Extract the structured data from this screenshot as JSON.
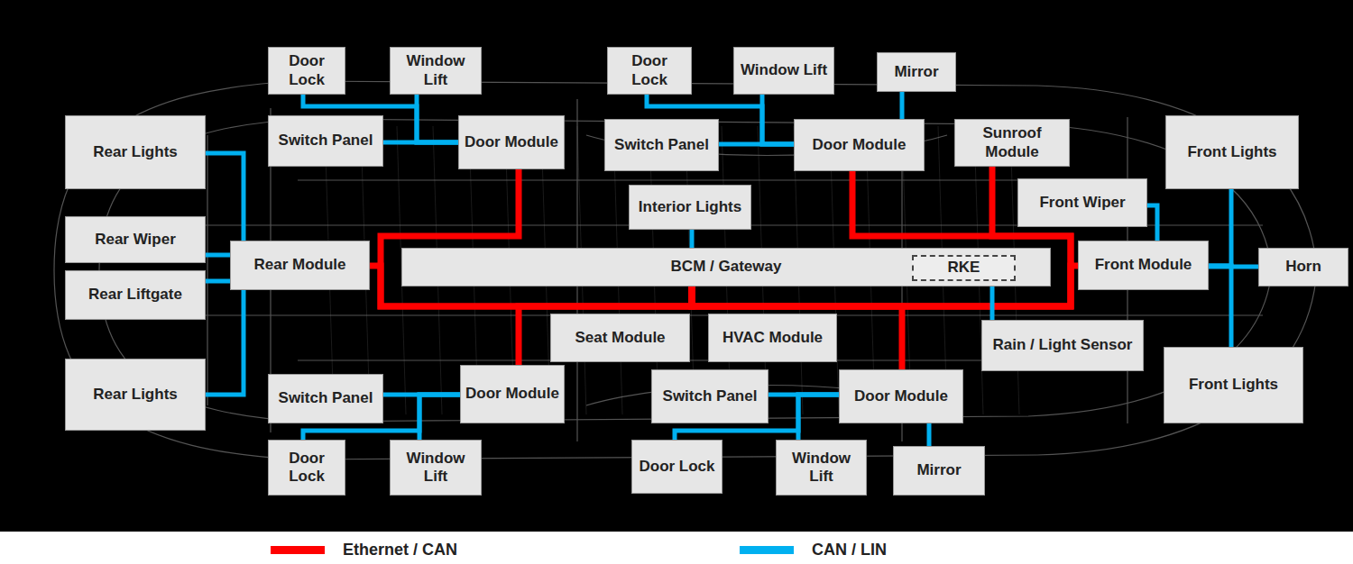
{
  "diagram": {
    "nodes": [
      {
        "text": [
          "Door Lock"
        ]
      },
      {
        "text": [
          "Window Lift"
        ]
      },
      {
        "text": [
          "Door Lock"
        ]
      },
      {
        "text": [
          "Window Lift"
        ]
      },
      {
        "text": [
          "Mirror"
        ]
      },
      {
        "text": [
          "Rear Lights"
        ]
      },
      {
        "text": [
          "Switch Panel"
        ]
      },
      {
        "text": [
          "Door Module"
        ]
      },
      {
        "text": [
          "Switch Panel"
        ]
      },
      {
        "text": [
          "Door Module"
        ]
      },
      {
        "text": [
          "Sunroof Module"
        ]
      },
      {
        "text": [
          "Front Lights"
        ]
      },
      {
        "text": [
          "Interior Lights"
        ]
      },
      {
        "text": [
          "Front Wiper"
        ]
      },
      {
        "text": [
          "Rear Wiper"
        ]
      },
      {
        "text": [
          "Rear Module"
        ]
      },
      {
        "text": [
          "BCM / Gateway"
        ]
      },
      {
        "text": [
          "RKE"
        ],
        "in": 16
      },
      {
        "text": [
          "Front Module"
        ]
      },
      {
        "text": [
          "Horn"
        ]
      },
      {
        "text": [
          "Rear Liftgate"
        ]
      },
      {
        "text": [
          "Seat Module"
        ]
      },
      {
        "text": [
          "HVAC Module"
        ]
      },
      {
        "text": [
          "Rain / Light Sensor"
        ]
      },
      {
        "text": [
          "Rear Lights"
        ]
      },
      {
        "text": [
          "Switch Panel"
        ]
      },
      {
        "text": [
          "Door Module"
        ]
      },
      {
        "text": [
          "Switch Panel"
        ]
      },
      {
        "text": [
          "Door Module"
        ]
      },
      {
        "text": [
          "Front Lights"
        ]
      },
      {
        "text": [
          "Door Lock"
        ]
      },
      {
        "text": [
          "Window Lift"
        ]
      },
      {
        "text": [
          "Door Lock"
        ]
      },
      {
        "text": [
          "Window Lift"
        ]
      },
      {
        "text": [
          "Mirror"
        ]
      }
    ],
    "edges": [
      {
        "from": 16,
        "to": 7,
        "arrow": "none"
      },
      {
        "from": 16,
        "to": 15,
        "arrow": "none"
      },
      {
        "from": 16,
        "to": 26,
        "arrow": "none"
      },
      {
        "from": 16,
        "to": 28,
        "arrow": "none"
      },
      {
        "from": 16,
        "to": 18,
        "arrow": "none"
      },
      {
        "from": 16,
        "to": 10,
        "arrow": "none"
      },
      {
        "from": 16,
        "to": 9,
        "arrow": "none"
      },
      {
        "from": 0,
        "to": 7,
        "arrow": "none"
      },
      {
        "from": 1,
        "to": 7,
        "arrow": "none"
      },
      {
        "from": 6,
        "to": 7,
        "arrow": "none"
      },
      {
        "from": 2,
        "to": 9,
        "arrow": "none"
      },
      {
        "from": 3,
        "to": 9,
        "arrow": "none"
      },
      {
        "from": 8,
        "to": 9,
        "arrow": "none"
      },
      {
        "from": 4,
        "to": 9,
        "arrow": "none"
      },
      {
        "from": 5,
        "to": 15,
        "arrow": "none"
      },
      {
        "from": 14,
        "to": 15,
        "arrow": "none"
      },
      {
        "from": 20,
        "to": 15,
        "arrow": "none"
      },
      {
        "from": 24,
        "to": 15,
        "arrow": "none"
      },
      {
        "from": 12,
        "to": 16,
        "arrow": "none"
      },
      {
        "from": 23,
        "to": 16,
        "arrow": "none"
      },
      {
        "from": 11,
        "to": 18,
        "arrow": "none"
      },
      {
        "from": 29,
        "to": 18,
        "arrow": "none"
      },
      {
        "from": 19,
        "to": 18,
        "arrow": "none"
      },
      {
        "from": 13,
        "to": 18,
        "arrow": "none"
      },
      {
        "from": 25,
        "to": 26,
        "arrow": "none"
      },
      {
        "from": 30,
        "to": 26,
        "arrow": "none"
      },
      {
        "from": 31,
        "to": 26,
        "arrow": "none"
      },
      {
        "from": 27,
        "to": 28,
        "arrow": "none"
      },
      {
        "from": 32,
        "to": 28,
        "arrow": "none"
      },
      {
        "from": 33,
        "to": 28,
        "arrow": "none"
      },
      {
        "from": 34,
        "to": 28,
        "arrow": "none"
      }
    ],
    "legend": [
      {
        "text": "Ethernet / CAN",
        "color": "#ff0000"
      },
      {
        "text": "CAN / LIN",
        "color": "#00b0f0"
      }
    ]
  }
}
